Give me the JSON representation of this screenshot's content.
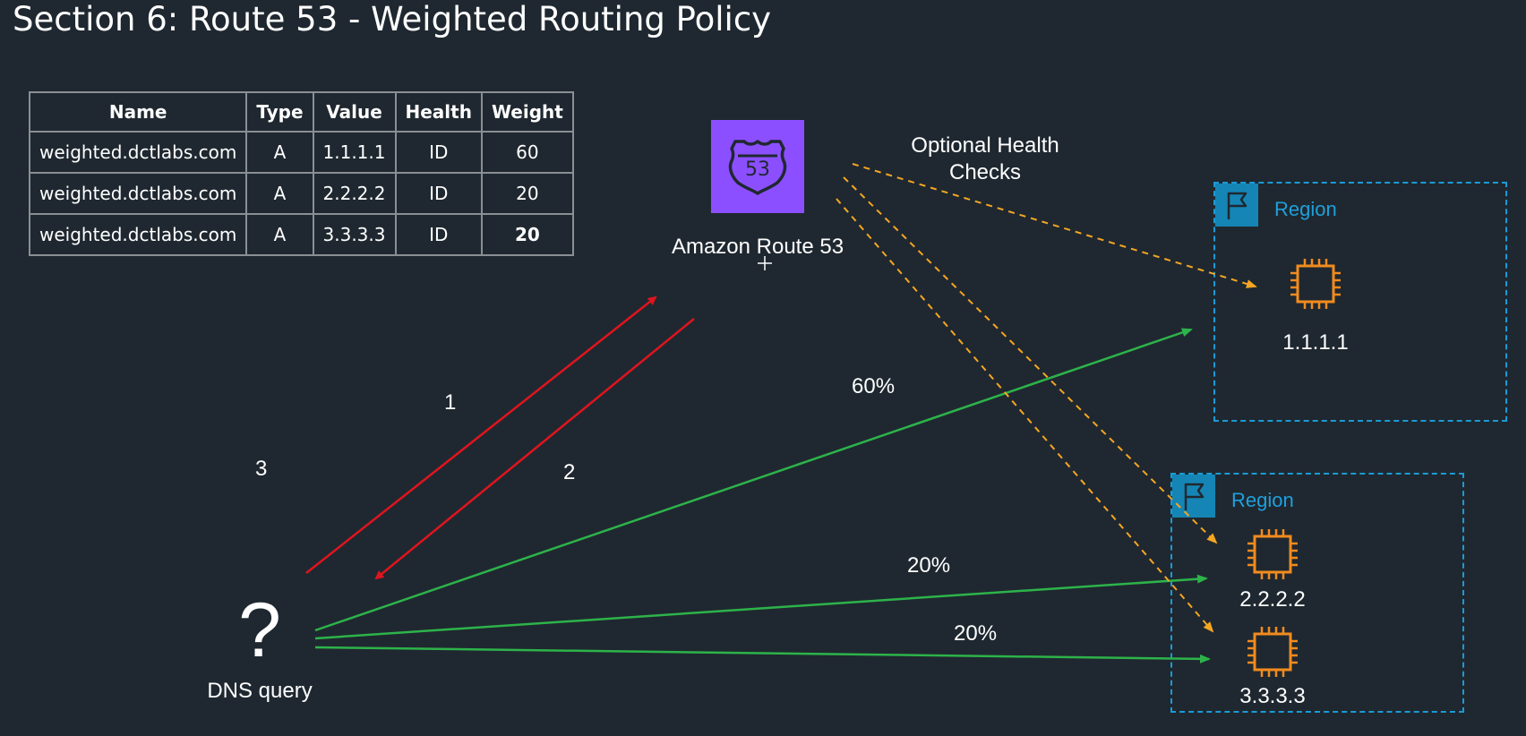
{
  "title": "Section 6: Route 53 - Weighted Routing Policy",
  "table": {
    "headers": [
      "Name",
      "Type",
      "Value",
      "Health",
      "Weight"
    ],
    "rows": [
      [
        "weighted.dctlabs.com",
        "A",
        "1.1.1.1",
        "ID",
        "60"
      ],
      [
        "weighted.dctlabs.com",
        "A",
        "2.2.2.2",
        "ID",
        "20"
      ],
      [
        "weighted.dctlabs.com",
        "A",
        "3.3.3.3",
        "ID",
        "20"
      ]
    ]
  },
  "route53": {
    "label": "Amazon Route 53",
    "icon_text": "53"
  },
  "health_checks_label": [
    "Optional Health",
    "Checks"
  ],
  "steps": {
    "one": "1",
    "two": "2",
    "three": "3"
  },
  "dns": {
    "symbol": "?",
    "label": "DNS query"
  },
  "percents": {
    "a": "60%",
    "b": "20%",
    "c": "20%"
  },
  "regions": [
    {
      "label": "Region",
      "ips": [
        "1.1.1.1"
      ]
    },
    {
      "label": "Region",
      "ips": [
        "2.2.2.2",
        "3.3.3.3"
      ]
    }
  ],
  "colors": {
    "background": "#1f2830",
    "route53": "#8c4fff",
    "request_arrow": "#e0141e",
    "weighted_arrow": "#2db34a",
    "health_check": "#f5a623",
    "region_border": "#1b9ad6",
    "instance": "#f28b1e"
  }
}
